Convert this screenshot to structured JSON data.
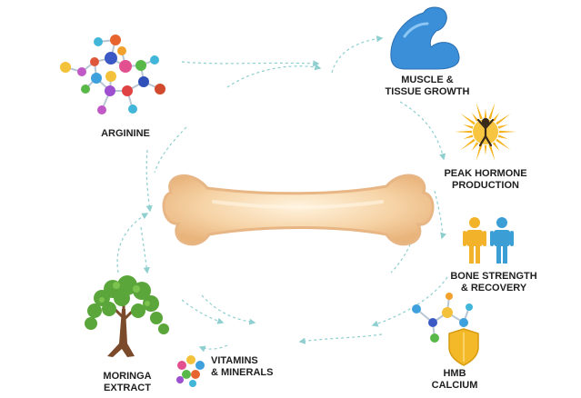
{
  "labels": {
    "arginine": "ARGININE",
    "muscle": "MUSCLE &\nTISSUE GROWTH",
    "hormone": "PEAK HORMONE\nPRODUCTION",
    "bone": "BONE STRENGTH\n& RECOVERY",
    "hmb": "HMB\nCALCIUM",
    "vitamins": "VITAMINS\n& MINERALS",
    "moringa": "MORINGA\nEXTRACT"
  },
  "colors": {
    "arrow": "#8fcfcf",
    "bone": "#f6d3a6",
    "muscle": "#3a8fd8",
    "sun": "#f6b21a",
    "person_left": "#f2b32a",
    "person_right": "#3b9fd6",
    "shield": "#f4b928",
    "tree_leaves": "#5aa63a",
    "trunk": "#7a4a2a"
  },
  "icons": {
    "arginine": "molecule-icon",
    "muscle": "flexed-arm-icon",
    "hormone": "sunburst-figure-icon",
    "bone": "two-people-icon",
    "hmb": "molecule-shield-icon",
    "vitamins": "vitamin-pills-icon",
    "moringa": "tree-icon",
    "center": "bone-icon"
  }
}
